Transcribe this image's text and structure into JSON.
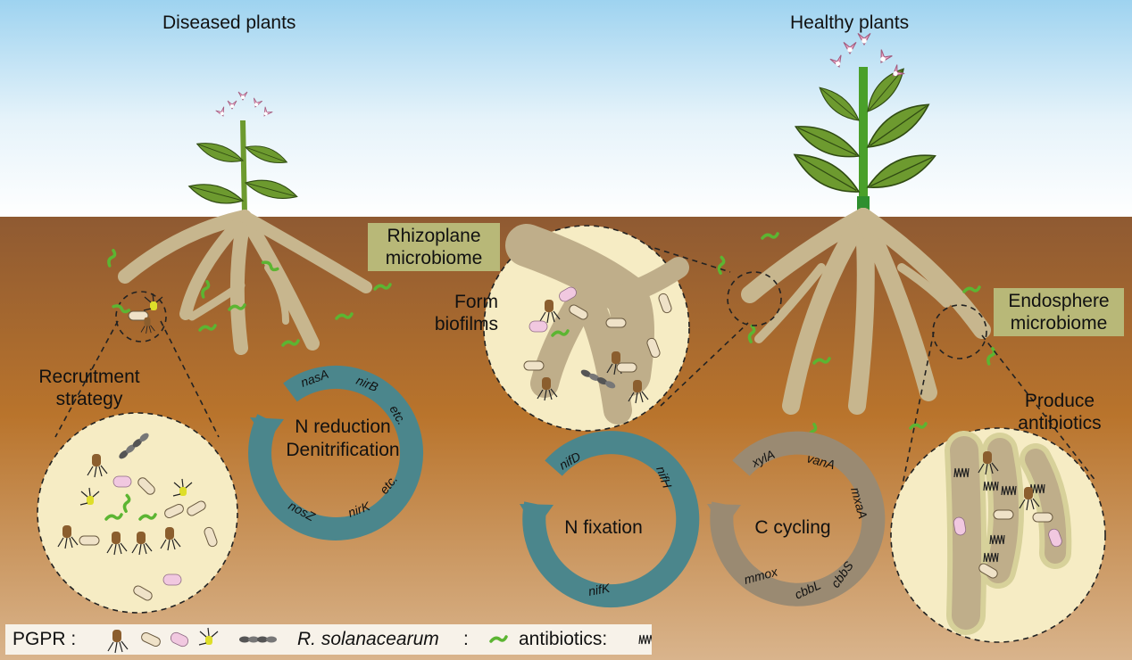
{
  "labels": {
    "diseased": "Diseased plants",
    "healthy": "Healthy plants",
    "rhizoplane": "Rhizoplane microbiome",
    "endosphere": "Endosphere microbiome",
    "form_biofilms": "Form biofilms",
    "recruitment": "Recruitment strategy",
    "produce_antibiotics": "Produce antibiotics"
  },
  "cycles": {
    "n_reduction": {
      "title_line1": "N reduction",
      "title_line2": "Denitrification",
      "genes": [
        "nasA",
        "nirB",
        "etc.",
        "nosZ",
        "nirK",
        "etc."
      ]
    },
    "n_fixation": {
      "title": "N fixation",
      "genes": [
        "nifD",
        "nifH",
        "nifK"
      ]
    },
    "c_cycling": {
      "title": "C cycling",
      "genes": [
        "xylA",
        "vanA",
        "mxaA",
        "mmox",
        "cbbL",
        "cbbS"
      ]
    }
  },
  "legend": {
    "pgpr": "PGPR :",
    "pathogen": "R. solanacearum",
    "pathogen_suffix": ":",
    "antibiotics": "antibiotics:"
  },
  "colors": {
    "sky_top": "#9ed3f0",
    "soil_top": "#8f5a32",
    "soil_mid": "#b9742c",
    "soil_bottom": "#d9b48c",
    "root": "#c7b68e",
    "zoom_fill": "#f6ecc4",
    "cycle_teal": "#4b868c",
    "cycle_tan": "#9a8a72",
    "leaf": "#6d9a2f",
    "flower": "#f1a9c8",
    "label_box": "#b8b878",
    "pathogen_green": "#5cb532"
  }
}
